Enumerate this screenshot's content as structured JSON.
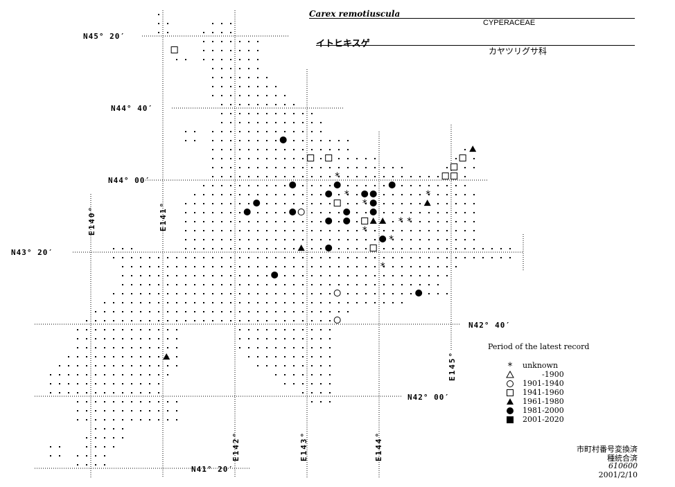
{
  "title": {
    "scientific_name": "Carex remotiuscula",
    "family": "CYPERACEAE",
    "japanese_name": "イトヒキスゲ",
    "japanese_family": "カヤツリグサ科"
  },
  "graticule": {
    "latitudes": [
      {
        "label": "N45° 20′",
        "value": 45.3333
      },
      {
        "label": "N44° 40′",
        "value": 44.6667
      },
      {
        "label": "N44° 00′",
        "value": 44.0
      },
      {
        "label": "N43° 20′",
        "value": 43.3333
      },
      {
        "label": "N42° 40′",
        "value": 42.6667
      },
      {
        "label": "N42° 00′",
        "value": 42.0
      },
      {
        "label": "N41° 20′",
        "value": 41.3333
      }
    ],
    "longitudes": [
      {
        "label": "E140°",
        "value": 140
      },
      {
        "label": "E141°",
        "value": 141
      },
      {
        "label": "E142°",
        "value": 142
      },
      {
        "label": "E143°",
        "value": 143
      },
      {
        "label": "E144°",
        "value": 144
      },
      {
        "label": "E145°",
        "value": 145
      }
    ]
  },
  "legend": {
    "title": "Period of the latest record",
    "items": [
      {
        "symbol": "star",
        "label": "unknown"
      },
      {
        "symbol": "triangle-open",
        "label": "-1900"
      },
      {
        "symbol": "circle-open",
        "label": "1901-1940"
      },
      {
        "symbol": "square-open",
        "label": "1941-1960"
      },
      {
        "symbol": "triangle-filled",
        "label": "1961-1980"
      },
      {
        "symbol": "circle-filled",
        "label": "1981-2000"
      },
      {
        "symbol": "square-filled",
        "label": "2001-2020"
      }
    ]
  },
  "records": [
    [
      141.16,
      45.205,
      "square-open"
    ],
    [
      142.67,
      44.372,
      "circle-filled"
    ],
    [
      143.05,
      44.205,
      "square-open"
    ],
    [
      143.3,
      44.205,
      "square-open"
    ],
    [
      145.3,
      44.288,
      "triangle-filled"
    ],
    [
      145.16,
      44.205,
      "square-open"
    ],
    [
      145.04,
      44.122,
      "square-open"
    ],
    [
      144.92,
      44.038,
      "square-open"
    ],
    [
      145.04,
      44.038,
      "square-open"
    ],
    [
      143.42,
      44.038,
      "star"
    ],
    [
      142.8,
      43.955,
      "circle-filled"
    ],
    [
      143.42,
      43.955,
      "circle-filled"
    ],
    [
      144.18,
      43.955,
      "circle-filled"
    ],
    [
      143.3,
      43.872,
      "circle-filled"
    ],
    [
      143.55,
      43.872,
      "star"
    ],
    [
      143.8,
      43.872,
      "circle-filled"
    ],
    [
      143.92,
      43.872,
      "circle-filled"
    ],
    [
      144.68,
      43.872,
      "star"
    ],
    [
      144.67,
      43.788,
      "triangle-filled"
    ],
    [
      142.3,
      43.788,
      "circle-filled"
    ],
    [
      143.42,
      43.788,
      "square-open"
    ],
    [
      143.8,
      43.788,
      "star"
    ],
    [
      143.92,
      43.788,
      "circle-filled"
    ],
    [
      142.17,
      43.705,
      "circle-filled"
    ],
    [
      142.8,
      43.705,
      "circle-filled"
    ],
    [
      142.92,
      43.705,
      "circle-open"
    ],
    [
      143.55,
      43.705,
      "circle-filled"
    ],
    [
      143.92,
      43.705,
      "circle-filled"
    ],
    [
      143.3,
      43.622,
      "circle-filled"
    ],
    [
      143.55,
      43.622,
      "circle-filled"
    ],
    [
      143.8,
      43.622,
      "square-open"
    ],
    [
      143.92,
      43.622,
      "triangle-filled"
    ],
    [
      144.05,
      43.622,
      "triangle-filled"
    ],
    [
      144.3,
      43.622,
      "star"
    ],
    [
      144.42,
      43.622,
      "star"
    ],
    [
      143.8,
      43.538,
      "star"
    ],
    [
      144.05,
      43.455,
      "circle-filled"
    ],
    [
      144.17,
      43.455,
      "star"
    ],
    [
      142.92,
      43.372,
      "triangle-filled"
    ],
    [
      143.3,
      43.372,
      "circle-filled"
    ],
    [
      143.92,
      43.372,
      "square-open"
    ],
    [
      144.05,
      43.205,
      "star"
    ],
    [
      142.55,
      43.122,
      "circle-filled"
    ],
    [
      143.42,
      42.955,
      "circle-open"
    ],
    [
      144.55,
      42.955,
      "circle-filled"
    ],
    [
      143.42,
      42.705,
      "circle-open"
    ],
    [
      141.05,
      42.365,
      "triangle-filled"
    ]
  ],
  "footer": {
    "line1": "市町村番号変換済",
    "line2": "種統合済",
    "code": "610600",
    "date": "2001/2/10"
  }
}
